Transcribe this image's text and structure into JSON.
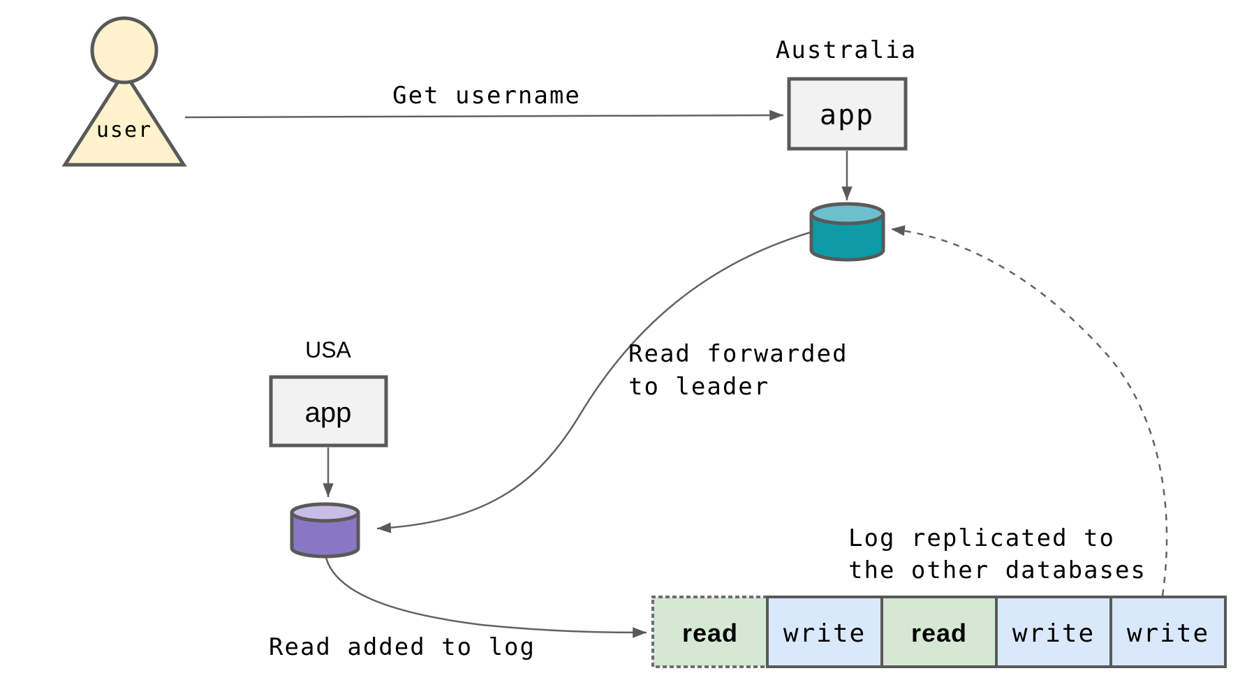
{
  "diagram": {
    "actor": {
      "label": "user"
    },
    "arrows": {
      "get_username": "Get username",
      "read_forwarded": {
        "line1": "Read forwarded",
        "line2": "to leader"
      },
      "read_added": "Read added to log",
      "log_replicated": {
        "line1": "Log replicated to",
        "line2": "the other databases"
      }
    },
    "regions": {
      "australia": {
        "label": "Australia",
        "app": "app"
      },
      "usa": {
        "label": "USA",
        "app": "app"
      }
    },
    "log": {
      "entries": [
        {
          "label": "read",
          "kind": "read",
          "fill": "#d5e8d4",
          "dotted": true
        },
        {
          "label": "write",
          "kind": "write",
          "fill": "#dae8fc",
          "dotted": false
        },
        {
          "label": "read",
          "kind": "read",
          "fill": "#d5e8d4",
          "dotted": false
        },
        {
          "label": "write",
          "kind": "write",
          "fill": "#dae8fc",
          "dotted": false
        },
        {
          "label": "write",
          "kind": "write",
          "fill": "#dae8fc",
          "dotted": false
        }
      ]
    },
    "colors": {
      "stroke": "#595959",
      "actor_fill": "#fff2cc",
      "app_fill": "#f2f2f2",
      "australia_db_body": "#0e9aa7",
      "australia_db_top": "#6cc0ce",
      "usa_db_body": "#8977c6",
      "usa_db_top": "#c9bce6",
      "read_cell_fill": "#d5e8d4",
      "write_cell_fill": "#dae8fc",
      "text": "#000000"
    }
  }
}
